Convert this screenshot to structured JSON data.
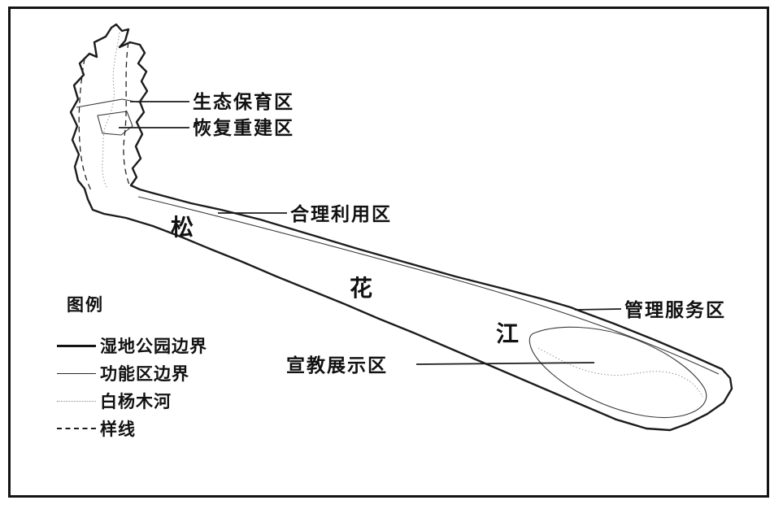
{
  "zone_labels": {
    "ecological_conservation": "生态保育区",
    "restoration_reconstruction": "恢复重建区",
    "rational_utilization": "合理利用区",
    "management_service": "管理服务区",
    "education_display": "宣教展示区"
  },
  "river_chars": [
    "松",
    "花",
    "江"
  ],
  "legend": {
    "title": "图例",
    "items": [
      {
        "label": "湿地公园边界",
        "line_style": "thick-solid"
      },
      {
        "label": "功能区边界",
        "line_style": "thin-solid"
      },
      {
        "label": "白杨木河",
        "line_style": "fine-dotted"
      },
      {
        "label": "样线",
        "line_style": "dashed"
      }
    ]
  },
  "colors": {
    "ink": "#1c1c1c",
    "background": "#ffffff",
    "fine_line": "#8a8a8a"
  }
}
